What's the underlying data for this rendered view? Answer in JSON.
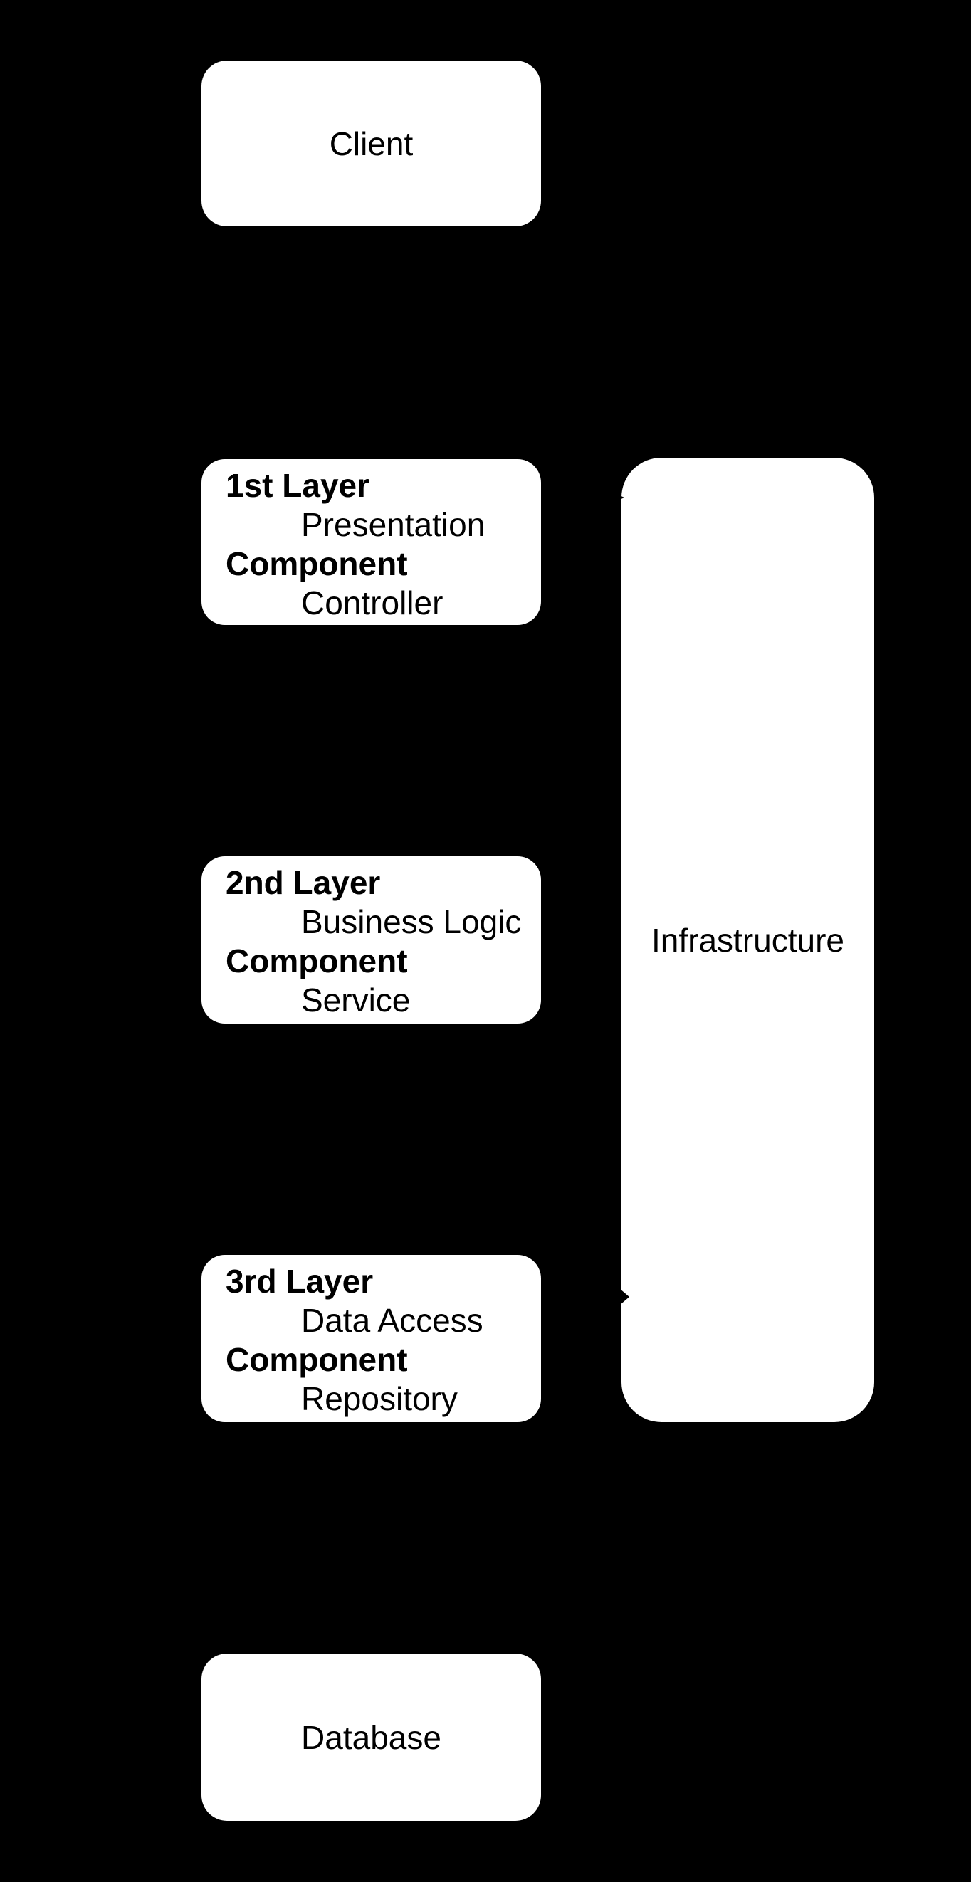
{
  "diagram": {
    "title": "Layered architecture diagram",
    "colors": {
      "background": "#000000",
      "node_fill": "#ffffff",
      "node_text": "#000000",
      "arrowhead": "#000000"
    },
    "nodes": {
      "client": {
        "label": "Client"
      },
      "layer1": {
        "lines": [
          {
            "text": "1st Layer"
          },
          {
            "text": "Presentation"
          },
          {
            "text": "Component"
          },
          {
            "text": "Controller"
          }
        ]
      },
      "layer2": {
        "lines": [
          {
            "text": "2nd Layer"
          },
          {
            "text": "Business Logic"
          },
          {
            "text": "Component"
          },
          {
            "text": "Service"
          }
        ]
      },
      "layer3": {
        "lines": [
          {
            "text": "3rd Layer"
          },
          {
            "text": "Data Access"
          },
          {
            "text": "Component"
          },
          {
            "text": "Repository"
          }
        ]
      },
      "infrastructure": {
        "label": "Infrastructure"
      },
      "database": {
        "label": "Database"
      }
    },
    "connectors": [
      {
        "type": "arrowhead",
        "direction": "right",
        "target": "infrastructure",
        "note": "arrow tip visible at left edge of Infrastructure box near 3rd layer"
      },
      {
        "type": "arrowhead",
        "direction": "right",
        "target": "infrastructure",
        "note": "small arrow tip visible at top-left corner of Infrastructure box near 1st layer"
      }
    ]
  }
}
